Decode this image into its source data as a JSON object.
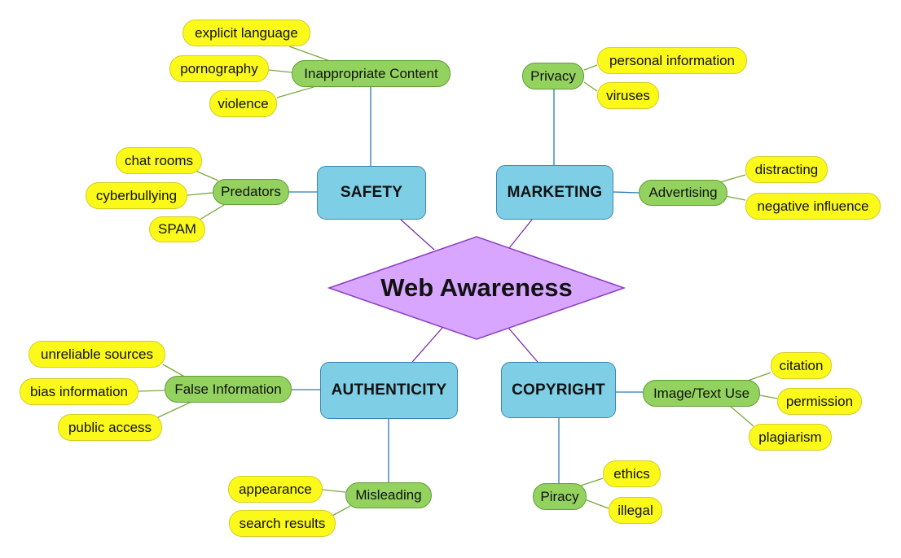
{
  "center": {
    "label": "Web Awareness",
    "fill": "#d9a6ff",
    "stroke": "#8a3cc2"
  },
  "colors": {
    "category_fill": "#7ecfe6",
    "subtopic_fill": "#93d25e",
    "leaf_fill": "#fbf91a",
    "category_link": "#2b7ab8",
    "subtopic_link": "#7aa83d",
    "center_link": "#7a2ea6"
  },
  "categories": {
    "safety": {
      "label": "SAFETY",
      "inappropriate": {
        "label": "Inappropriate Content",
        "leaves": [
          "explicit language",
          "pornography",
          "violence"
        ]
      },
      "predators": {
        "label": "Predators",
        "leaves": [
          "chat rooms",
          "cyberbullying",
          "SPAM"
        ]
      }
    },
    "marketing": {
      "label": "MARKETING",
      "privacy": {
        "label": "Privacy",
        "leaves": [
          "personal information",
          "viruses"
        ]
      },
      "advertising": {
        "label": "Advertising",
        "leaves": [
          "distracting",
          "negative influence"
        ]
      }
    },
    "authenticity": {
      "label": "AUTHENTICITY",
      "false_info": {
        "label": "False Information",
        "leaves": [
          "unreliable sources",
          "bias information",
          "public access"
        ]
      },
      "misleading": {
        "label": "Misleading",
        "leaves": [
          "appearance",
          "search results"
        ]
      }
    },
    "copyright": {
      "label": "COPYRIGHT",
      "image_text": {
        "label": "Image/Text Use",
        "leaves": [
          "citation",
          "permission",
          "plagiarism"
        ]
      },
      "piracy": {
        "label": "Piracy",
        "leaves": [
          "ethics",
          "illegal"
        ]
      }
    }
  }
}
